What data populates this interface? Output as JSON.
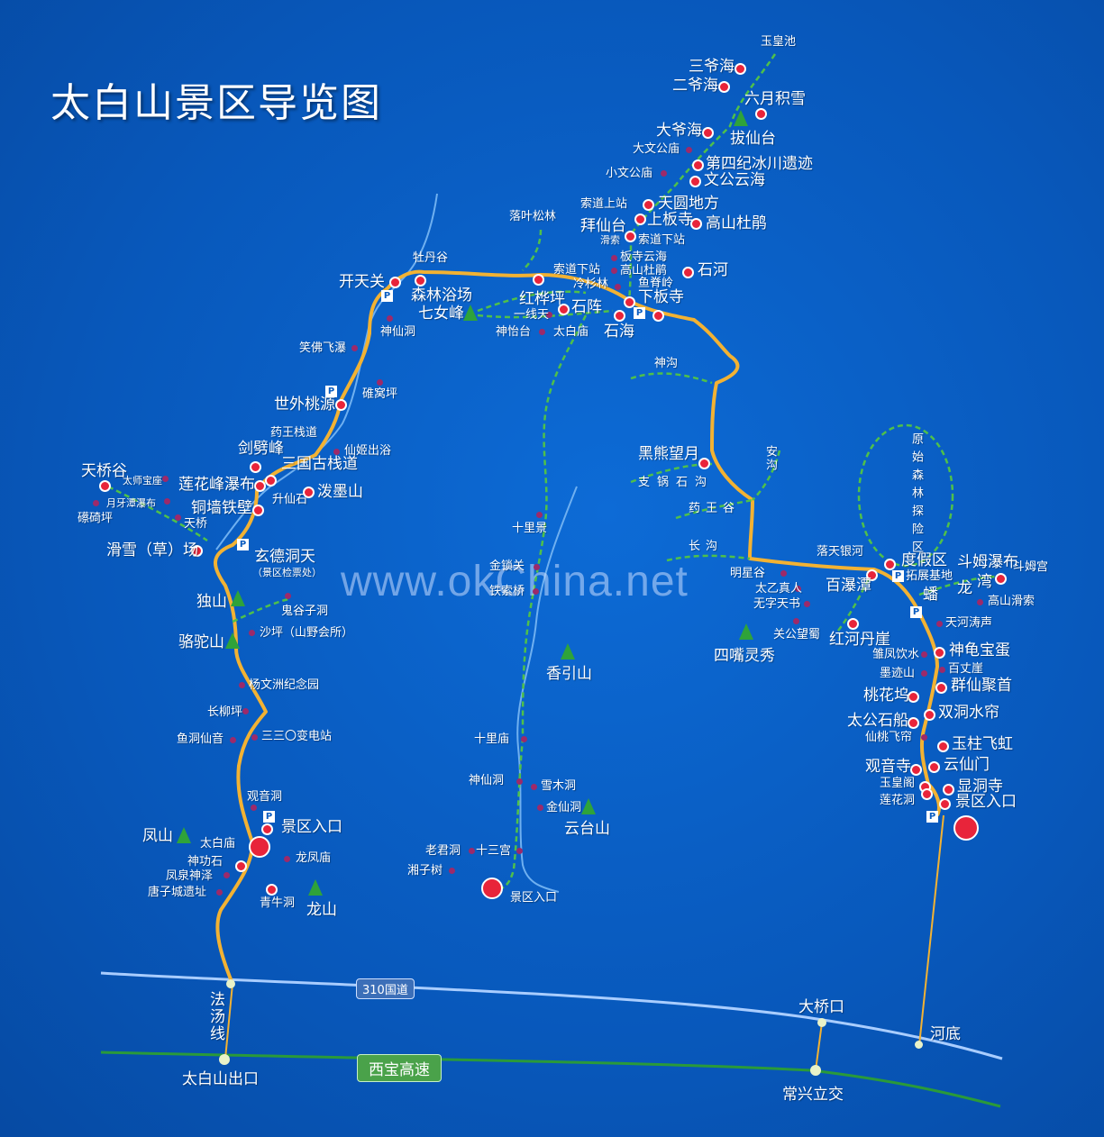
{
  "map_title": "太白山景区导览图",
  "watermark": "www.okChina.net",
  "road_labels": {
    "national_road": "310国道",
    "expressway": "西宝高速",
    "fatang_line": "法汤线"
  },
  "junctions": [
    "太白山出口",
    "大桥口",
    "常兴立交",
    "河底"
  ],
  "entrances": [
    "景区入口",
    "景区入口",
    "景区入口"
  ],
  "mountains": [
    "独山",
    "骆驼山",
    "凤山",
    "龙山",
    "香引山",
    "云台山",
    "四嘴灵秀",
    "七女峰",
    "拔仙台",
    "六月积雪"
  ],
  "west_route": [
    "开天关",
    "森林浴场",
    "牡丹谷",
    "神仙洞",
    "笑佛飞瀑",
    "世外桃源",
    "碓窝坪",
    "药王栈道",
    "剑劈峰",
    "仙姬出浴",
    "三国古栈道",
    "莲花峰瀑布",
    "升仙石",
    "泼墨山",
    "铜墙铁壁",
    "天桥谷",
    "太师宝座",
    "月牙潭瀑布",
    "天桥",
    "礤碕坪",
    "滑雪（草）场",
    "玄德洞天",
    "（景区检票处）",
    "鬼谷子洞",
    "沙坪（山野会所）",
    "杨文洲纪念园",
    "长柳坪",
    "鱼洞仙音",
    "三三〇变电站",
    "观音洞",
    "太白庙",
    "神功石",
    "龙凤庙",
    "凤泉神泽",
    "唐子城遗址",
    "青牛洞"
  ],
  "summit_area": [
    "玉皇池",
    "三爷海",
    "二爷海",
    "大爷海",
    "大文公庙",
    "第四纪冰川遗迹",
    "小文公庙",
    "文公云海",
    "索道上站",
    "天圆地方",
    "上板寺",
    "高山杜鹃",
    "拜仙台",
    "落叶松林",
    "滑索",
    "板寺云海",
    "高山杜鹃",
    "索道下站",
    "索道下站",
    "石河",
    "红桦坪",
    "石阵",
    "冷杉林",
    "下板寺",
    "鱼脊岭",
    "一线天",
    "神怡台",
    "太白庙",
    "石海"
  ],
  "middle_route": [
    "神沟",
    "黑熊望月",
    "支锅石沟",
    "安沟",
    "药王谷",
    "长沟",
    "十里景",
    "金锁关",
    "铁索桥",
    "十里庙",
    "神仙洞",
    "雪木洞",
    "金仙洞",
    "老君洞",
    "十三宫",
    "湘子树"
  ],
  "east_route": [
    "落天银河",
    "明星谷",
    "太乙真人",
    "无字天书",
    "百瀑潭",
    "关公望蜀",
    "红河丹崖",
    "度假区",
    "拓展基地",
    "原始森林探险区",
    "斗姆瀑布",
    "斗姆宫",
    "龙",
    "湾",
    "蟠",
    "高山滑索",
    "天河涛声",
    "雏凤饮水",
    "神龟宝蛋",
    "百丈崖",
    "墨迹山",
    "群仙聚首",
    "桃花坞",
    "双洞水帘",
    "太公石船",
    "仙桃飞帘",
    "玉柱飞虹",
    "观音寺",
    "云仙门",
    "玉皇阁",
    "显洞寺",
    "莲花洞",
    "景区入口"
  ],
  "colors": {
    "background": "#0a5cc0",
    "main_road": "#f2b233",
    "trail": "#4fc04a",
    "poi": "#e8243a",
    "river": "#6fb0f0",
    "highway": "#9fc6ff",
    "expressway": "#1f8a2f"
  }
}
